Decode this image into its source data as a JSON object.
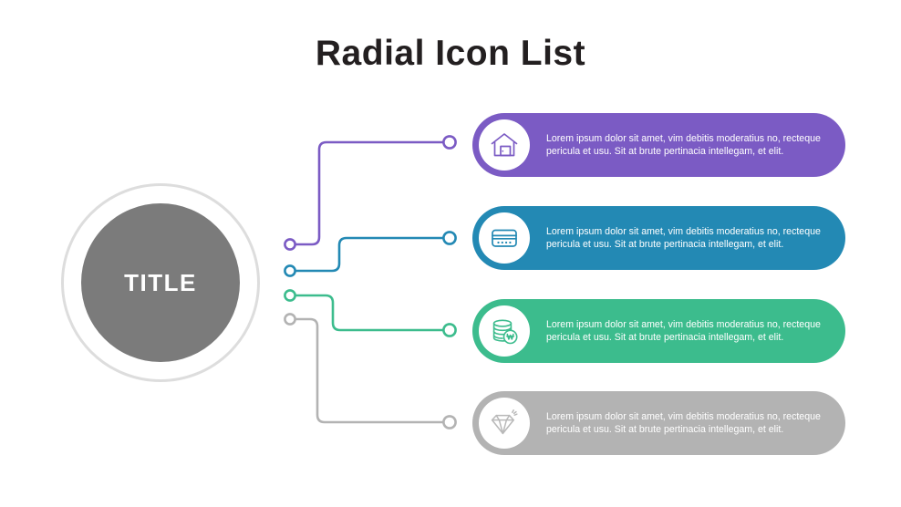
{
  "page": {
    "title": "Radial Icon List",
    "background": "#ffffff",
    "title_color": "#231f20"
  },
  "hub": {
    "label": "TITLE",
    "core_color": "#7b7b7b",
    "ring_color": "#dddddd",
    "label_color": "#ffffff"
  },
  "rows": [
    {
      "icon": "home-icon",
      "color": "#7b5bc4",
      "line1": "Lorem ipsum  dolor sit amet, vim debitis moderatius no, recteque",
      "line2": "pericula et usu.  Sit at brute pertinacia intellegam, et elit."
    },
    {
      "icon": "credit-card-icon",
      "color": "#2389b4",
      "line1": "Lorem ipsum  dolor sit amet, vim debitis moderatius no, recteque",
      "line2": "pericula et usu.  Sit at brute pertinacia intellegam, et elit."
    },
    {
      "icon": "coin-stack-won-icon",
      "color": "#3cbc8d",
      "line1": "Lorem ipsum  dolor sit amet, vim debitis moderatius no, recteque",
      "line2": "pericula et usu.  Sit at brute pertinacia intellegam, et elit."
    },
    {
      "icon": "diamond-icon",
      "color": "#b3b3b3",
      "line1": "Lorem ipsum  dolor sit amet, vim debitis moderatius no, recteque",
      "line2": "pericula et usu.  Sit at brute pertinacia intellegam, et elit."
    }
  ],
  "connectors": [
    {
      "name": "connector-1",
      "color": "#7b5bc4"
    },
    {
      "name": "connector-2",
      "color": "#2389b4"
    },
    {
      "name": "connector-3",
      "color": "#3cbc8d"
    },
    {
      "name": "connector-4",
      "color": "#b3b3b3"
    }
  ]
}
